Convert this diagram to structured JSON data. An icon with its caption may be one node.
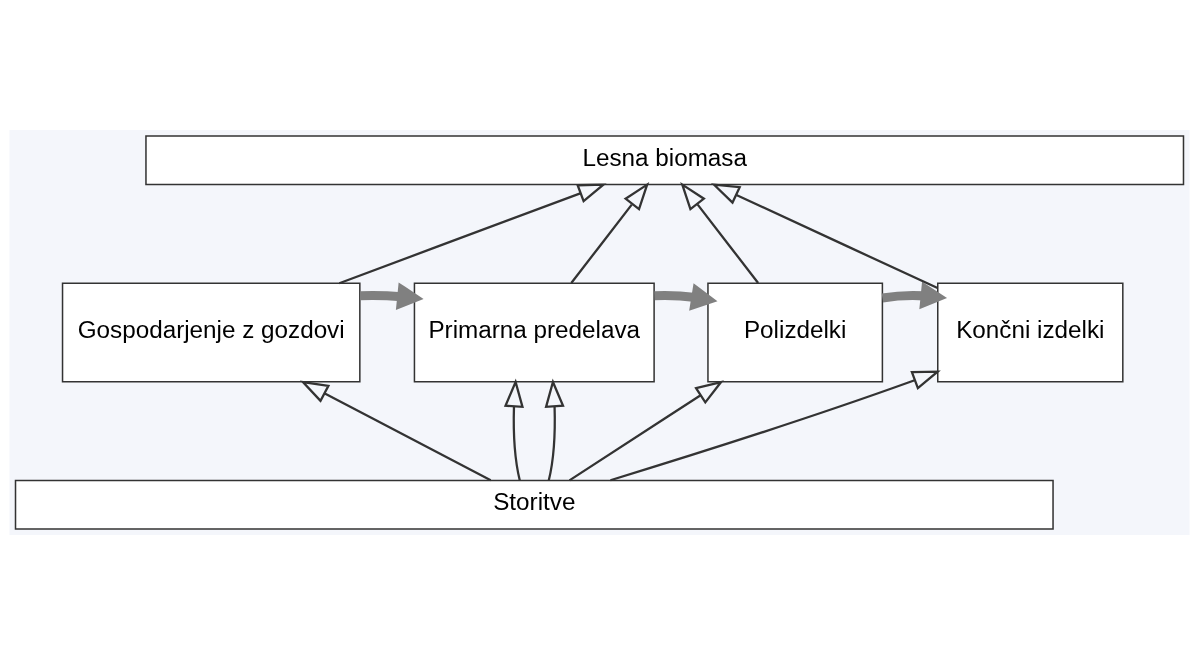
{
  "diagram": {
    "nodes": [
      {
        "text": [
          "Lesna biomasa"
        ]
      },
      {
        "text": [
          "Gospodarjenje z gozdovi"
        ]
      },
      {
        "text": [
          "Primarna predelava"
        ]
      },
      {
        "text": [
          "Polizdelki"
        ]
      },
      {
        "text": [
          "Končni izdelki"
        ]
      },
      {
        "text": [
          "Storitve"
        ]
      }
    ],
    "edges": [
      {
        "from": 1,
        "to": 0,
        "arrow": "to"
      },
      {
        "from": 2,
        "to": 0,
        "arrow": "to"
      },
      {
        "from": 3,
        "to": 0,
        "arrow": "to"
      },
      {
        "from": 4,
        "to": 0,
        "arrow": "to"
      },
      {
        "from": 1,
        "to": 2,
        "arrow": "to",
        "style": "thick",
        "color": "#808080"
      },
      {
        "from": 2,
        "to": 3,
        "arrow": "to",
        "style": "thick",
        "color": "#808080"
      },
      {
        "from": 3,
        "to": 4,
        "arrow": "to",
        "style": "thick",
        "color": "#808080"
      },
      {
        "from": 5,
        "to": 1,
        "arrow": "to"
      },
      {
        "from": 5,
        "to": 2,
        "arrow": "to"
      },
      {
        "from": 5,
        "to": 2,
        "arrow": "to"
      },
      {
        "from": 5,
        "to": 3,
        "arrow": "to"
      },
      {
        "from": 5,
        "to": 4,
        "arrow": "to"
      }
    ]
  }
}
